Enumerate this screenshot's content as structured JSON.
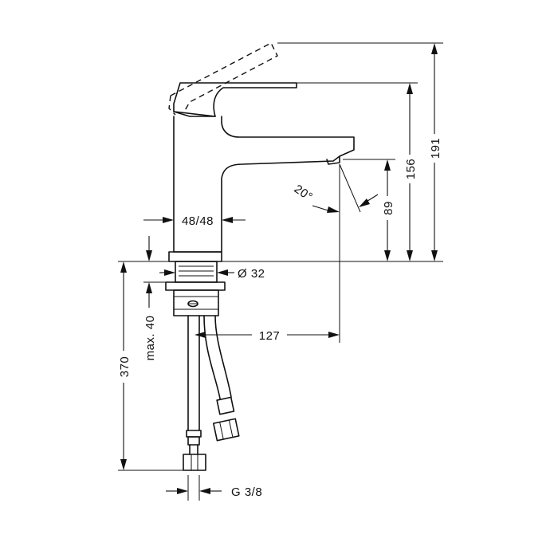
{
  "drawing": {
    "dimensions": {
      "overall_height": "191",
      "spout_top_height": "156",
      "spout_outlet_height": "89",
      "spout_angle": "20°",
      "body_width": "48/48",
      "shank_diameter": "Ø 32",
      "max_deck_thickness": "max. 40",
      "hose_length": "370",
      "spout_reach": "127",
      "connection_thread": "G 3/8"
    }
  }
}
